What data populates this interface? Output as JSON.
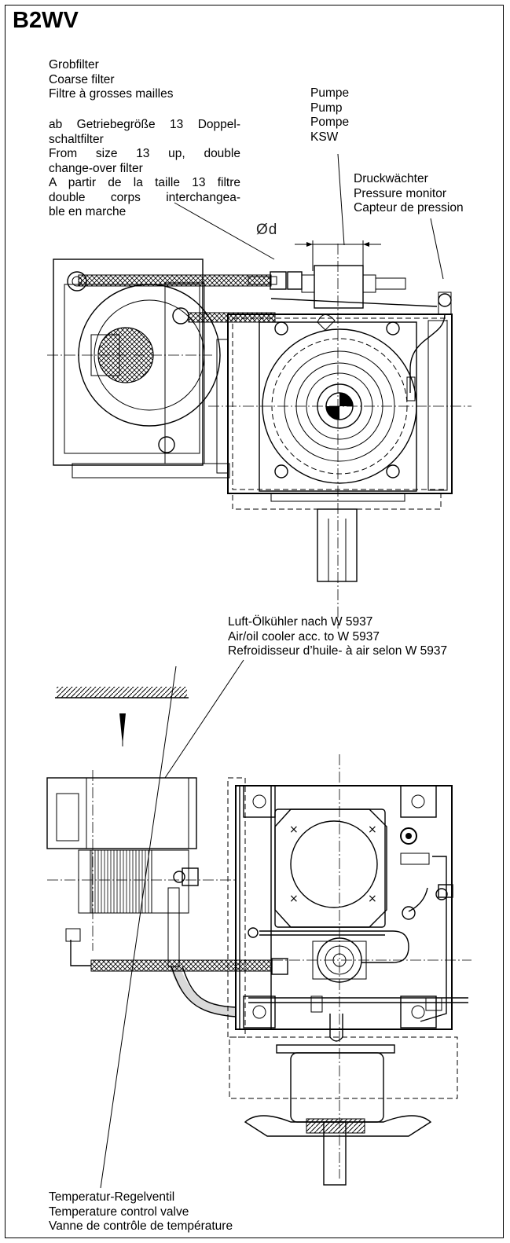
{
  "title": "B2WV",
  "labels": {
    "coarse_filter": [
      "Grobfilter",
      "Coarse filter",
      "Filtre à grosses mailles"
    ],
    "double_filter": [
      "ab Getriebegröße 13 Doppel-",
      "schaltfilter",
      "From size 13 up, double",
      "change-over filter",
      "A partir de la taille 13 filtre",
      "double corps interchangea-",
      "ble en marche"
    ],
    "pump": [
      "Pumpe",
      "Pump",
      "Pompe",
      "KSW"
    ],
    "pressure_monitor": [
      "Druckwächter",
      "Pressure monitor",
      "Capteur de pression"
    ],
    "shaft_diameter": "Ød",
    "oil_cooler": [
      "Luft-Ölkühler nach W 5937",
      "Air/oil cooler acc. to W 5937",
      "Refroidisseur d’huile- à air selon W 5937"
    ],
    "temp_valve": [
      "Temperatur-Regelventil",
      "Temperature control valve",
      "Vanne de contrôle de température"
    ]
  }
}
